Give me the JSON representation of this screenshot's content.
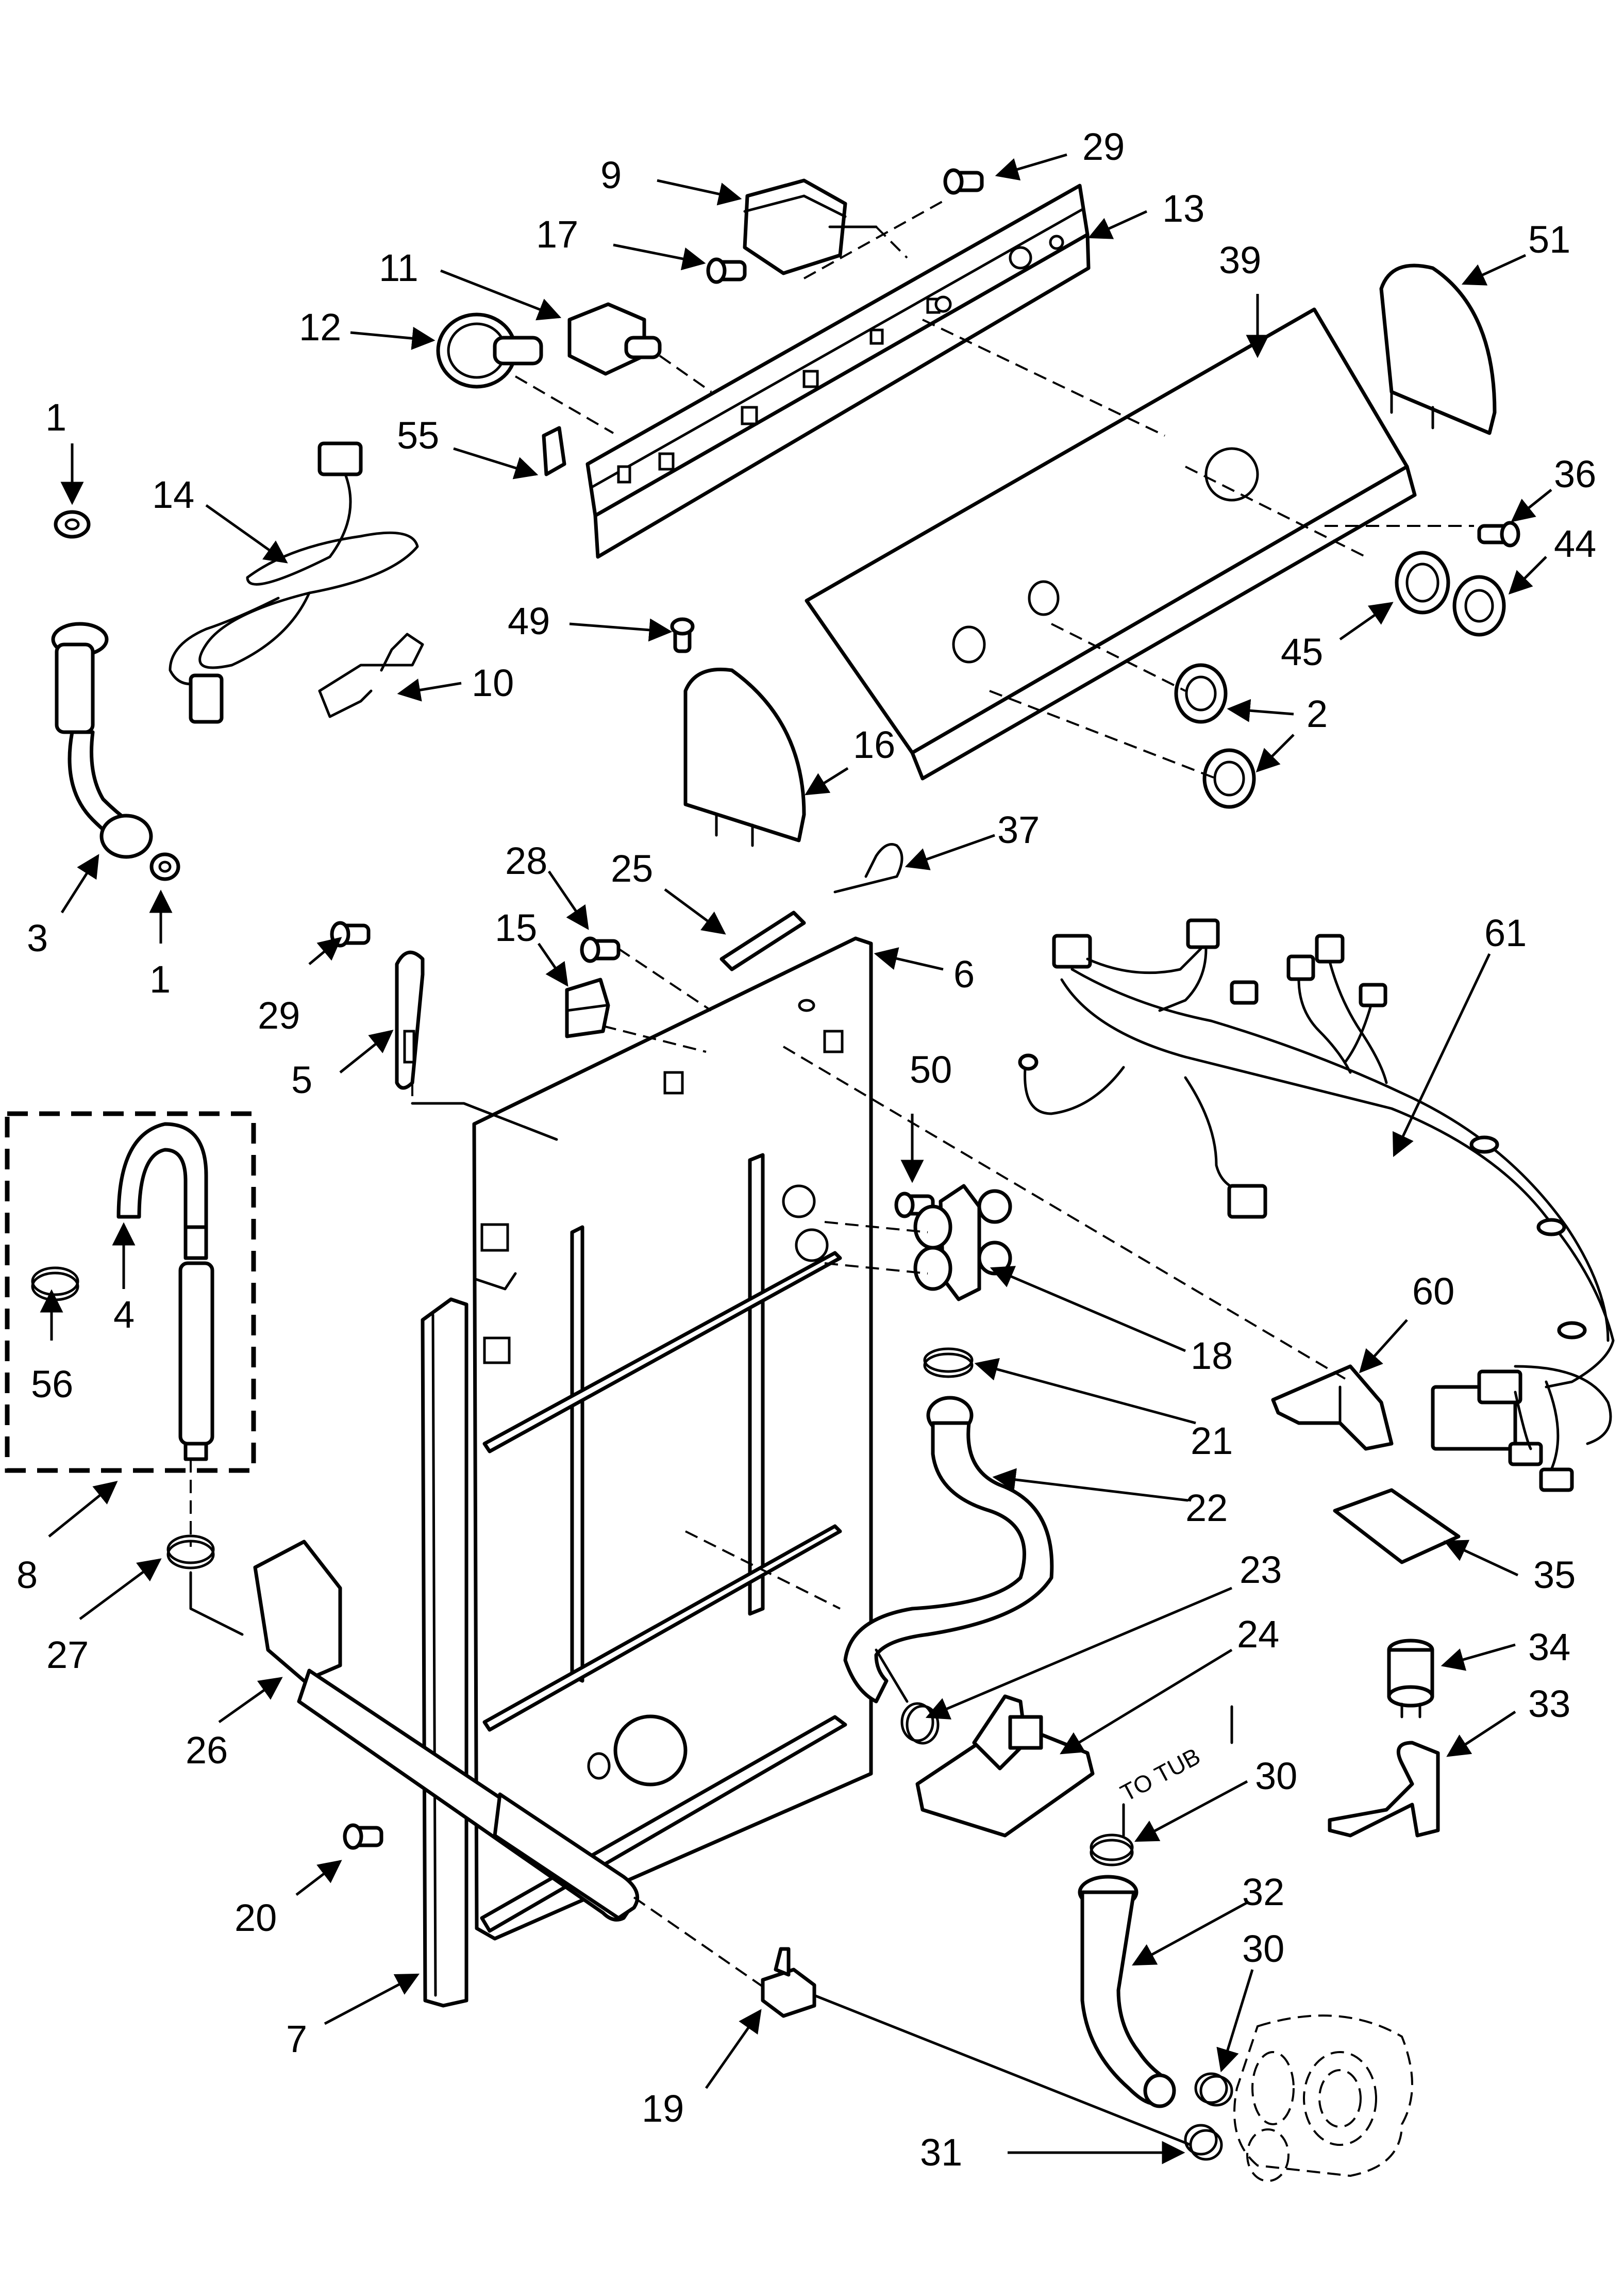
{
  "diagram": {
    "note_to_tub": "TO TUB",
    "callouts": [
      {
        "id": "c-9",
        "label": "9"
      },
      {
        "id": "c-29a",
        "label": "29"
      },
      {
        "id": "c-17",
        "label": "17"
      },
      {
        "id": "c-13",
        "label": "13"
      },
      {
        "id": "c-11",
        "label": "11"
      },
      {
        "id": "c-39",
        "label": "39"
      },
      {
        "id": "c-51",
        "label": "51"
      },
      {
        "id": "c-12",
        "label": "12"
      },
      {
        "id": "c-1a",
        "label": "1"
      },
      {
        "id": "c-55",
        "label": "55"
      },
      {
        "id": "c-14",
        "label": "14"
      },
      {
        "id": "c-36",
        "label": "36"
      },
      {
        "id": "c-44",
        "label": "44"
      },
      {
        "id": "c-49",
        "label": "49"
      },
      {
        "id": "c-10",
        "label": "10"
      },
      {
        "id": "c-45",
        "label": "45"
      },
      {
        "id": "c-2",
        "label": "2"
      },
      {
        "id": "c-16",
        "label": "16"
      },
      {
        "id": "c-3",
        "label": "3"
      },
      {
        "id": "c-1b",
        "label": "1"
      },
      {
        "id": "c-37",
        "label": "37"
      },
      {
        "id": "c-28",
        "label": "28"
      },
      {
        "id": "c-25",
        "label": "25"
      },
      {
        "id": "c-15",
        "label": "15"
      },
      {
        "id": "c-6",
        "label": "6"
      },
      {
        "id": "c-61",
        "label": "61"
      },
      {
        "id": "c-29b",
        "label": "29"
      },
      {
        "id": "c-5",
        "label": "5"
      },
      {
        "id": "c-50",
        "label": "50"
      },
      {
        "id": "c-4",
        "label": "4"
      },
      {
        "id": "c-56",
        "label": "56"
      },
      {
        "id": "c-18",
        "label": "18"
      },
      {
        "id": "c-60",
        "label": "60"
      },
      {
        "id": "c-21",
        "label": "21"
      },
      {
        "id": "c-8",
        "label": "8"
      },
      {
        "id": "c-22",
        "label": "22"
      },
      {
        "id": "c-27",
        "label": "27"
      },
      {
        "id": "c-35",
        "label": "35"
      },
      {
        "id": "c-23",
        "label": "23"
      },
      {
        "id": "c-24",
        "label": "24"
      },
      {
        "id": "c-34",
        "label": "34"
      },
      {
        "id": "c-26",
        "label": "26"
      },
      {
        "id": "c-33",
        "label": "33"
      },
      {
        "id": "c-30a",
        "label": "30"
      },
      {
        "id": "c-20",
        "label": "20"
      },
      {
        "id": "c-32",
        "label": "32"
      },
      {
        "id": "c-30b",
        "label": "30"
      },
      {
        "id": "c-7",
        "label": "7"
      },
      {
        "id": "c-19",
        "label": "19"
      },
      {
        "id": "c-31",
        "label": "31"
      }
    ]
  }
}
